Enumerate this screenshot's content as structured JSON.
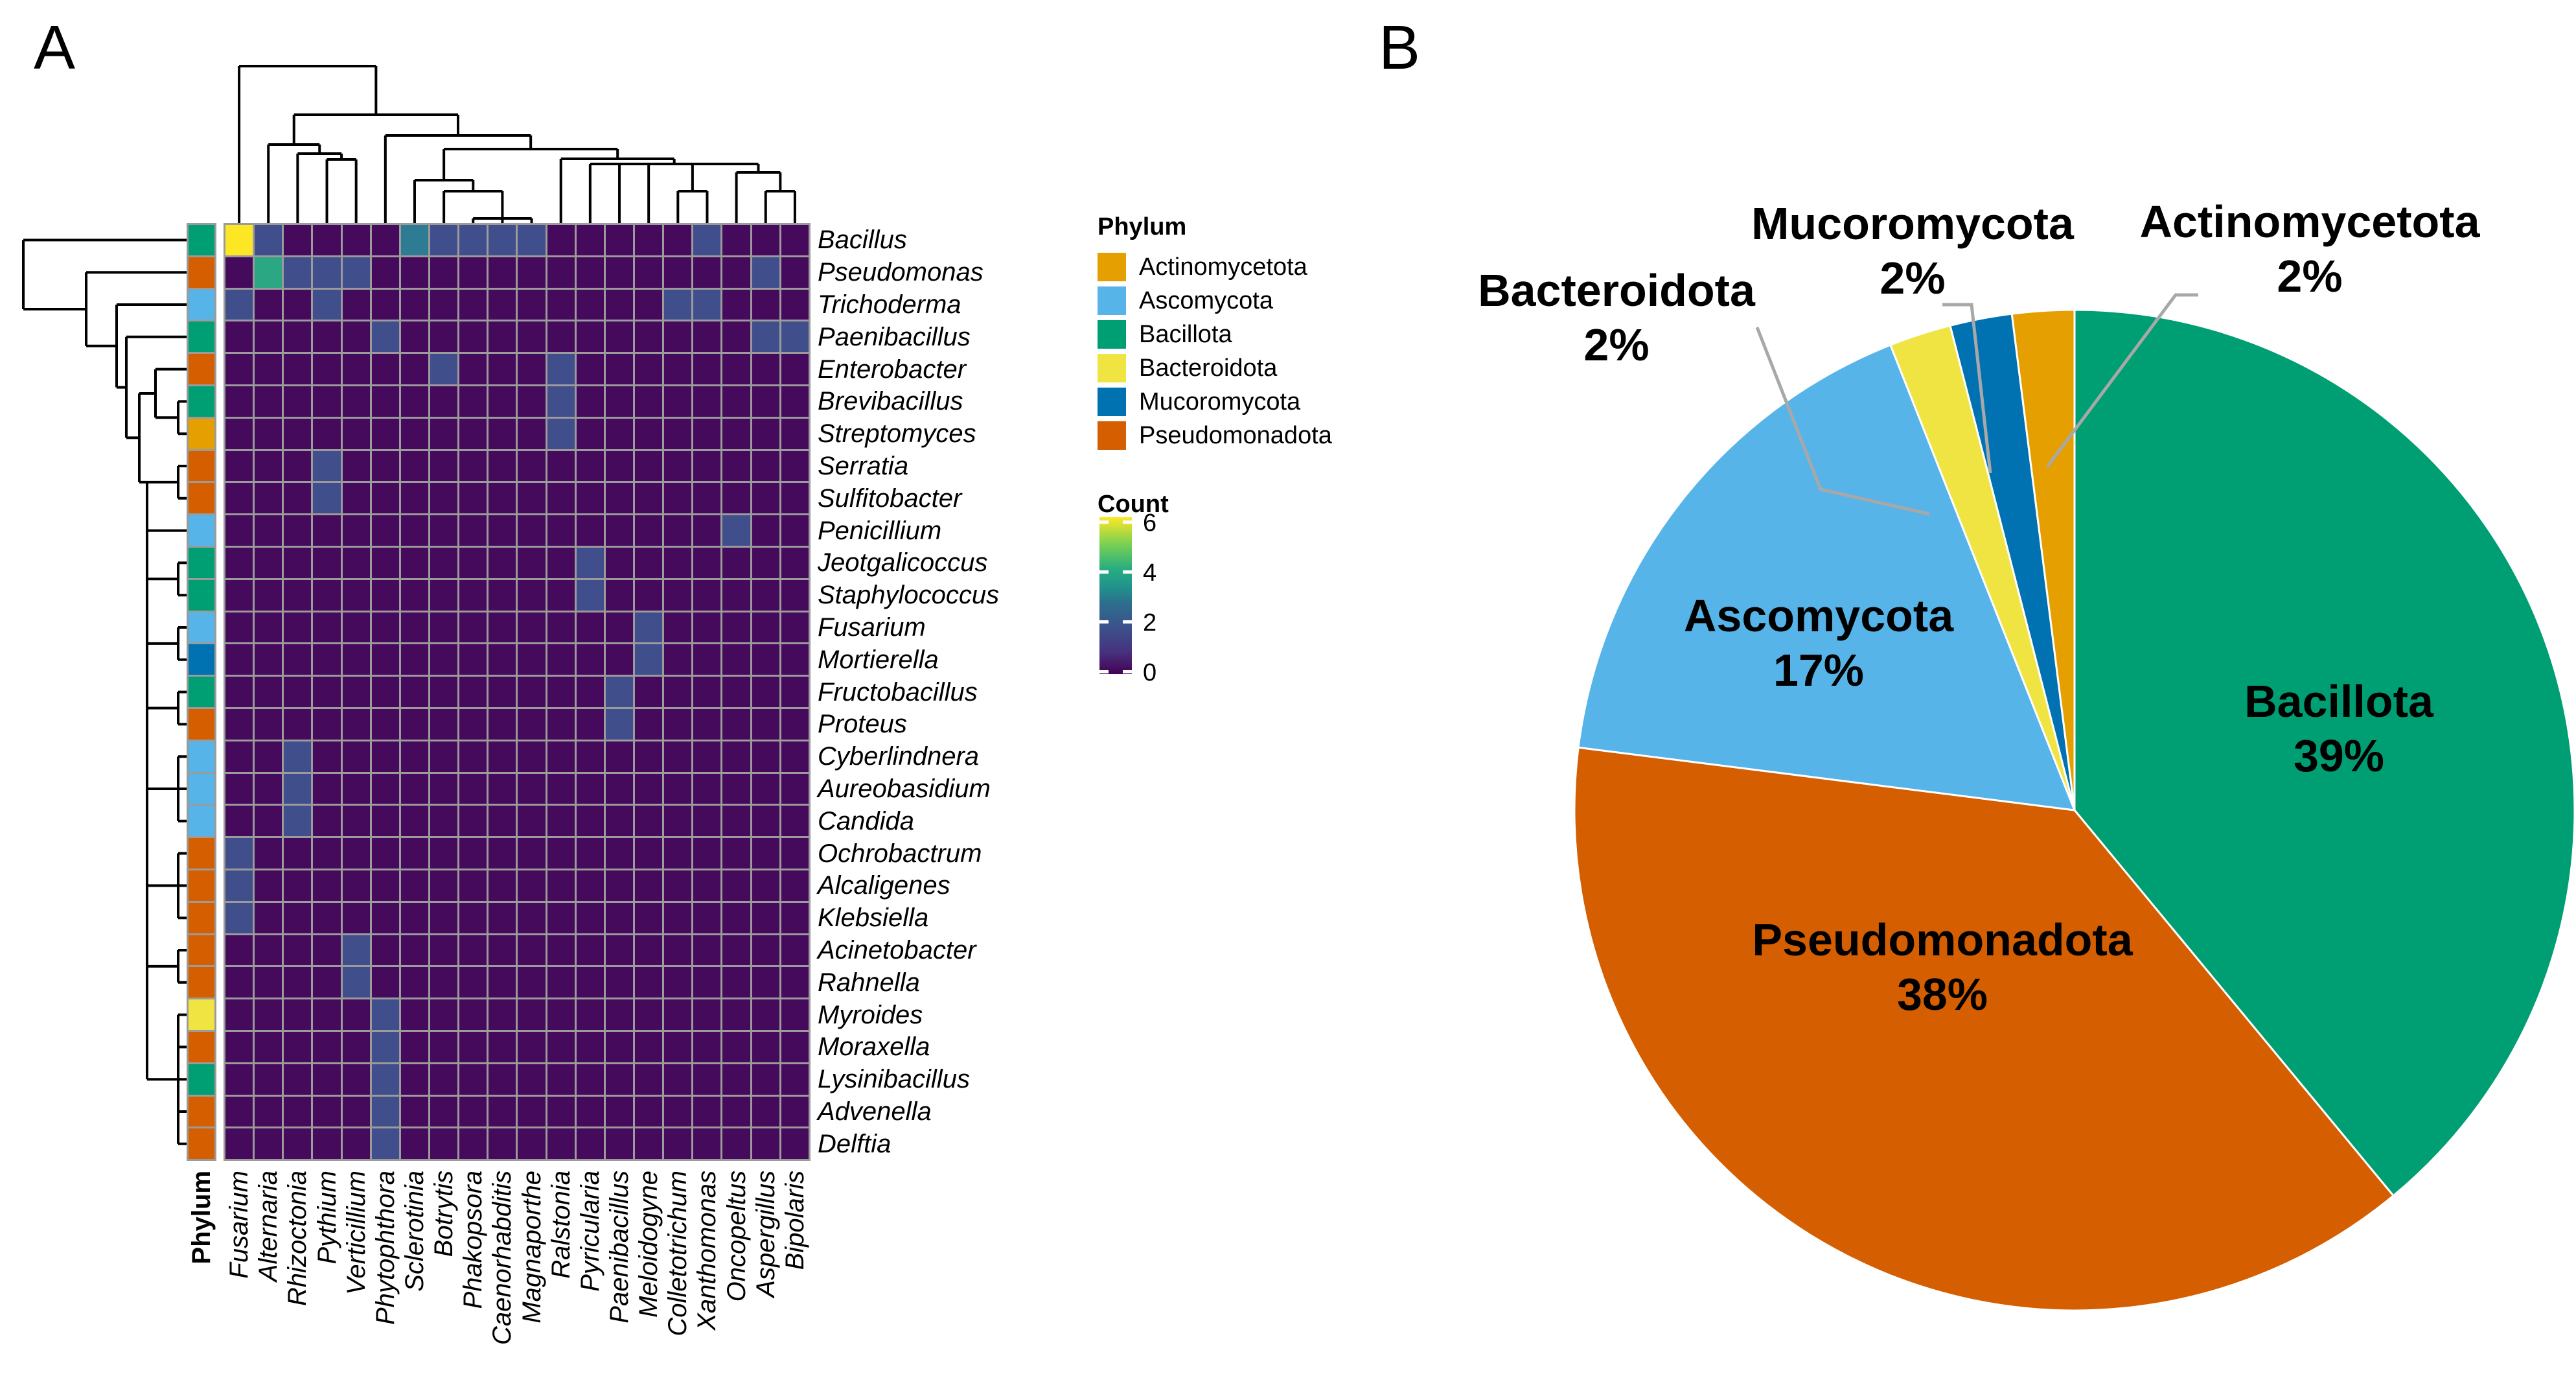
{
  "panel_a_label": "A",
  "panel_b_label": "B",
  "chart_data": [
    {
      "type": "heatmap",
      "annotation_header": "Phylum",
      "row_labels": [
        "Bacillus",
        "Pseudomonas",
        "Trichoderma",
        "Paenibacillus",
        "Enterobacter",
        "Brevibacillus",
        "Streptomyces",
        "Serratia",
        "Sulfitobacter",
        "Penicillium",
        "Jeotgalicoccus",
        "Staphylococcus",
        "Fusarium",
        "Mortierella",
        "Fructobacillus",
        "Proteus",
        "Cyberlindnera",
        "Aureobasidium",
        "Candida",
        "Ochrobactrum",
        "Alcaligenes",
        "Klebsiella",
        "Acinetobacter",
        "Rahnella",
        "Myroides",
        "Moraxella",
        "Lysinibacillus",
        "Advenella",
        "Delftia"
      ],
      "col_labels": [
        "Fusarium",
        "Alternaria",
        "Rhizoctonia",
        "Pythium",
        "Verticillium",
        "Phytophthora",
        "Sclerotinia",
        "Botrytis",
        "Phakopsora",
        "Caenorhabditis",
        "Magnaporthe",
        "Ralstonia",
        "Pyricularia",
        "Paenibacillus",
        "Meloidogyne",
        "Colletotrichum",
        "Xanthomonas",
        "Oncopeltus",
        "Aspergillus",
        "Bipolaris"
      ],
      "row_phylum": [
        "Bacillota",
        "Pseudomonadota",
        "Ascomycota",
        "Bacillota",
        "Pseudomonadota",
        "Bacillota",
        "Actinomycetota",
        "Pseudomonadota",
        "Pseudomonadota",
        "Ascomycota",
        "Bacillota",
        "Bacillota",
        "Ascomycota",
        "Mucoromycota",
        "Bacillota",
        "Pseudomonadota",
        "Ascomycota",
        "Ascomycota",
        "Ascomycota",
        "Pseudomonadota",
        "Pseudomonadota",
        "Pseudomonadota",
        "Pseudomonadota",
        "Pseudomonadota",
        "Bacteroidota",
        "Pseudomonadota",
        "Bacillota",
        "Pseudomonadota",
        "Pseudomonadota"
      ],
      "matrix": [
        [
          6,
          2,
          0,
          0,
          0,
          0,
          3,
          2,
          2,
          2,
          2,
          0,
          0,
          0,
          0,
          0,
          2,
          0,
          0,
          0
        ],
        [
          0,
          4,
          2,
          2,
          2,
          0,
          0,
          0,
          0,
          0,
          0,
          0,
          0,
          0,
          0,
          0,
          0,
          0,
          2,
          0
        ],
        [
          2,
          0,
          0,
          2,
          0,
          0,
          0,
          0,
          0,
          0,
          0,
          0,
          0,
          0,
          0,
          2,
          2,
          0,
          0,
          0
        ],
        [
          0,
          0,
          0,
          0,
          0,
          2,
          0,
          0,
          0,
          0,
          0,
          0,
          0,
          0,
          0,
          0,
          0,
          0,
          2,
          2
        ],
        [
          0,
          0,
          0,
          0,
          0,
          0,
          0,
          2,
          0,
          0,
          0,
          2,
          0,
          0,
          0,
          0,
          0,
          0,
          0,
          0
        ],
        [
          0,
          0,
          0,
          0,
          0,
          0,
          0,
          0,
          0,
          0,
          0,
          2,
          0,
          0,
          0,
          0,
          0,
          0,
          0,
          0
        ],
        [
          0,
          0,
          0,
          0,
          0,
          0,
          0,
          0,
          0,
          0,
          0,
          2,
          0,
          0,
          0,
          0,
          0,
          0,
          0,
          0
        ],
        [
          0,
          0,
          0,
          2,
          0,
          0,
          0,
          0,
          0,
          0,
          0,
          0,
          0,
          0,
          0,
          0,
          0,
          0,
          0,
          0
        ],
        [
          0,
          0,
          0,
          2,
          0,
          0,
          0,
          0,
          0,
          0,
          0,
          0,
          0,
          0,
          0,
          0,
          0,
          0,
          0,
          0
        ],
        [
          0,
          0,
          0,
          0,
          0,
          0,
          0,
          0,
          0,
          0,
          0,
          0,
          0,
          0,
          0,
          0,
          0,
          2,
          0,
          0
        ],
        [
          0,
          0,
          0,
          0,
          0,
          0,
          0,
          0,
          0,
          0,
          0,
          0,
          2,
          0,
          0,
          0,
          0,
          0,
          0,
          0
        ],
        [
          0,
          0,
          0,
          0,
          0,
          0,
          0,
          0,
          0,
          0,
          0,
          0,
          2,
          0,
          0,
          0,
          0,
          0,
          0,
          0
        ],
        [
          0,
          0,
          0,
          0,
          0,
          0,
          0,
          0,
          0,
          0,
          0,
          0,
          0,
          0,
          2,
          0,
          0,
          0,
          0,
          0
        ],
        [
          0,
          0,
          0,
          0,
          0,
          0,
          0,
          0,
          0,
          0,
          0,
          0,
          0,
          0,
          2,
          0,
          0,
          0,
          0,
          0
        ],
        [
          0,
          0,
          0,
          0,
          0,
          0,
          0,
          0,
          0,
          0,
          0,
          0,
          0,
          2,
          0,
          0,
          0,
          0,
          0,
          0
        ],
        [
          0,
          0,
          0,
          0,
          0,
          0,
          0,
          0,
          0,
          0,
          0,
          0,
          0,
          2,
          0,
          0,
          0,
          0,
          0,
          0
        ],
        [
          0,
          0,
          2,
          0,
          0,
          0,
          0,
          0,
          0,
          0,
          0,
          0,
          0,
          0,
          0,
          0,
          0,
          0,
          0,
          0
        ],
        [
          0,
          0,
          2,
          0,
          0,
          0,
          0,
          0,
          0,
          0,
          0,
          0,
          0,
          0,
          0,
          0,
          0,
          0,
          0,
          0
        ],
        [
          0,
          0,
          2,
          0,
          0,
          0,
          0,
          0,
          0,
          0,
          0,
          0,
          0,
          0,
          0,
          0,
          0,
          0,
          0,
          0
        ],
        [
          2,
          0,
          0,
          0,
          0,
          0,
          0,
          0,
          0,
          0,
          0,
          0,
          0,
          0,
          0,
          0,
          0,
          0,
          0,
          0
        ],
        [
          2,
          0,
          0,
          0,
          0,
          0,
          0,
          0,
          0,
          0,
          0,
          0,
          0,
          0,
          0,
          0,
          0,
          0,
          0,
          0
        ],
        [
          2,
          0,
          0,
          0,
          0,
          0,
          0,
          0,
          0,
          0,
          0,
          0,
          0,
          0,
          0,
          0,
          0,
          0,
          0,
          0
        ],
        [
          0,
          0,
          0,
          0,
          2,
          0,
          0,
          0,
          0,
          0,
          0,
          0,
          0,
          0,
          0,
          0,
          0,
          0,
          0,
          0
        ],
        [
          0,
          0,
          0,
          0,
          2,
          0,
          0,
          0,
          0,
          0,
          0,
          0,
          0,
          0,
          0,
          0,
          0,
          0,
          0,
          0
        ],
        [
          0,
          0,
          0,
          0,
          0,
          2,
          0,
          0,
          0,
          0,
          0,
          0,
          0,
          0,
          0,
          0,
          0,
          0,
          0,
          0
        ],
        [
          0,
          0,
          0,
          0,
          0,
          2,
          0,
          0,
          0,
          0,
          0,
          0,
          0,
          0,
          0,
          0,
          0,
          0,
          0,
          0
        ],
        [
          0,
          0,
          0,
          0,
          0,
          2,
          0,
          0,
          0,
          0,
          0,
          0,
          0,
          0,
          0,
          0,
          0,
          0,
          0,
          0
        ],
        [
          0,
          0,
          0,
          0,
          0,
          2,
          0,
          0,
          0,
          0,
          0,
          0,
          0,
          0,
          0,
          0,
          0,
          0,
          0,
          0
        ],
        [
          0,
          0,
          0,
          0,
          0,
          2,
          0,
          0,
          0,
          0,
          0,
          0,
          0,
          0,
          0,
          0,
          0,
          0,
          0,
          0
        ]
      ],
      "value_colors": {
        "0": "#450A5C",
        "2": "#414E8C",
        "3": "#2D7C93",
        "4": "#2BA784",
        "6": "#FDE725"
      },
      "legend_phylum": {
        "title": "Phylum",
        "entries": [
          {
            "label": "Actinomycetota",
            "color": "#E69F00"
          },
          {
            "label": "Ascomycota",
            "color": "#56B4E9"
          },
          {
            "label": "Bacillota",
            "color": "#009E73"
          },
          {
            "label": "Bacteroidota",
            "color": "#F0E442"
          },
          {
            "label": "Mucoromycota",
            "color": "#0072B2"
          },
          {
            "label": "Pseudomonadota",
            "color": "#D55E00"
          }
        ]
      },
      "legend_count": {
        "title": "Count",
        "min": 0,
        "max": 6,
        "ticks": [
          "6",
          "4",
          "2",
          "0"
        ]
      }
    },
    {
      "type": "pie",
      "clockwise_from_top": true,
      "slices": [
        {
          "label": "Bacillota",
          "pct": 39,
          "pct_label": "39%",
          "color": "#009E73"
        },
        {
          "label": "Pseudomonadota",
          "pct": 38,
          "pct_label": "38%",
          "color": "#D55E00"
        },
        {
          "label": "Ascomycota",
          "pct": 17,
          "pct_label": "17%",
          "color": "#56B4E9"
        },
        {
          "label": "Bacteroidota",
          "pct": 2,
          "pct_label": "2%",
          "color": "#F0E442"
        },
        {
          "label": "Mucoromycota",
          "pct": 2,
          "pct_label": "2%",
          "color": "#0072B2"
        },
        {
          "label": "Actinomycetota",
          "pct": 2,
          "pct_label": "2%",
          "color": "#E69F00"
        }
      ]
    }
  ]
}
